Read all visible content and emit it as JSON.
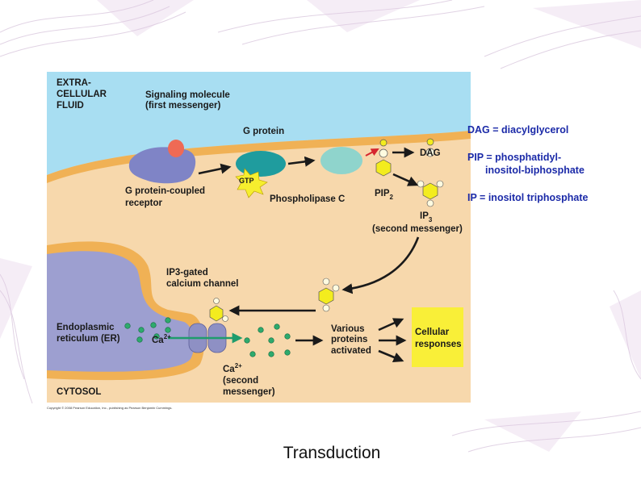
{
  "slide_title": "Transduction",
  "definitions": [
    {
      "line1": "DAG = diacylglycerol",
      "line2": ""
    },
    {
      "line1": "PIP = phosphatidyl-",
      "line2": "inositol-biphosphate"
    },
    {
      "line1": "IP = inositol triphosphate",
      "line2": ""
    }
  ],
  "labels": {
    "extracellular": [
      "EXTRA-",
      "CELLULAR",
      "FLUID"
    ],
    "signaling_molecule": [
      "Signaling molecule",
      "(first messenger)"
    ],
    "g_protein": "G protein",
    "gtp": "GTP",
    "receptor": [
      "G protein-coupled",
      "receptor"
    ],
    "phospholipase": "Phospholipase C",
    "pip2": "PIP",
    "pip2_sub": "2",
    "dag": "DAG",
    "ip3": "IP",
    "ip3_sub": "3",
    "ip3_second": "(second messenger)",
    "channel": [
      "IP3-gated",
      "calcium channel"
    ],
    "er": [
      "Endoplasmic",
      "reticulum (ER)"
    ],
    "ca_er": "Ca",
    "ca_er_sup": "2+",
    "proteins": [
      "Various",
      "proteins",
      "activated"
    ],
    "responses": [
      "Cellular",
      "responses"
    ],
    "ca_cytosol": "Ca",
    "ca_cytosol_sup": "2+",
    "ca_second": [
      "(second",
      "messenger)"
    ],
    "cytosol": "CYTOSOL"
  },
  "copyright": "Copyright © 2008 Pearson Education, Inc., publishing as Pearson Benjamin Cummings.",
  "colors": {
    "extracellular": "#a8def2",
    "cytosol": "#f7d8ac",
    "membrane": "#f0b155",
    "receptor": "#7f84c6",
    "g_protein": "#1f9c9e",
    "phospholipase": "#8fd4cc",
    "gtp": "#f6ee2e",
    "ip3": "#f3ec1e",
    "calcium": "#2eaa6d",
    "responses_box": "#f9ef38",
    "definitions_text": "#1b2aa8"
  }
}
